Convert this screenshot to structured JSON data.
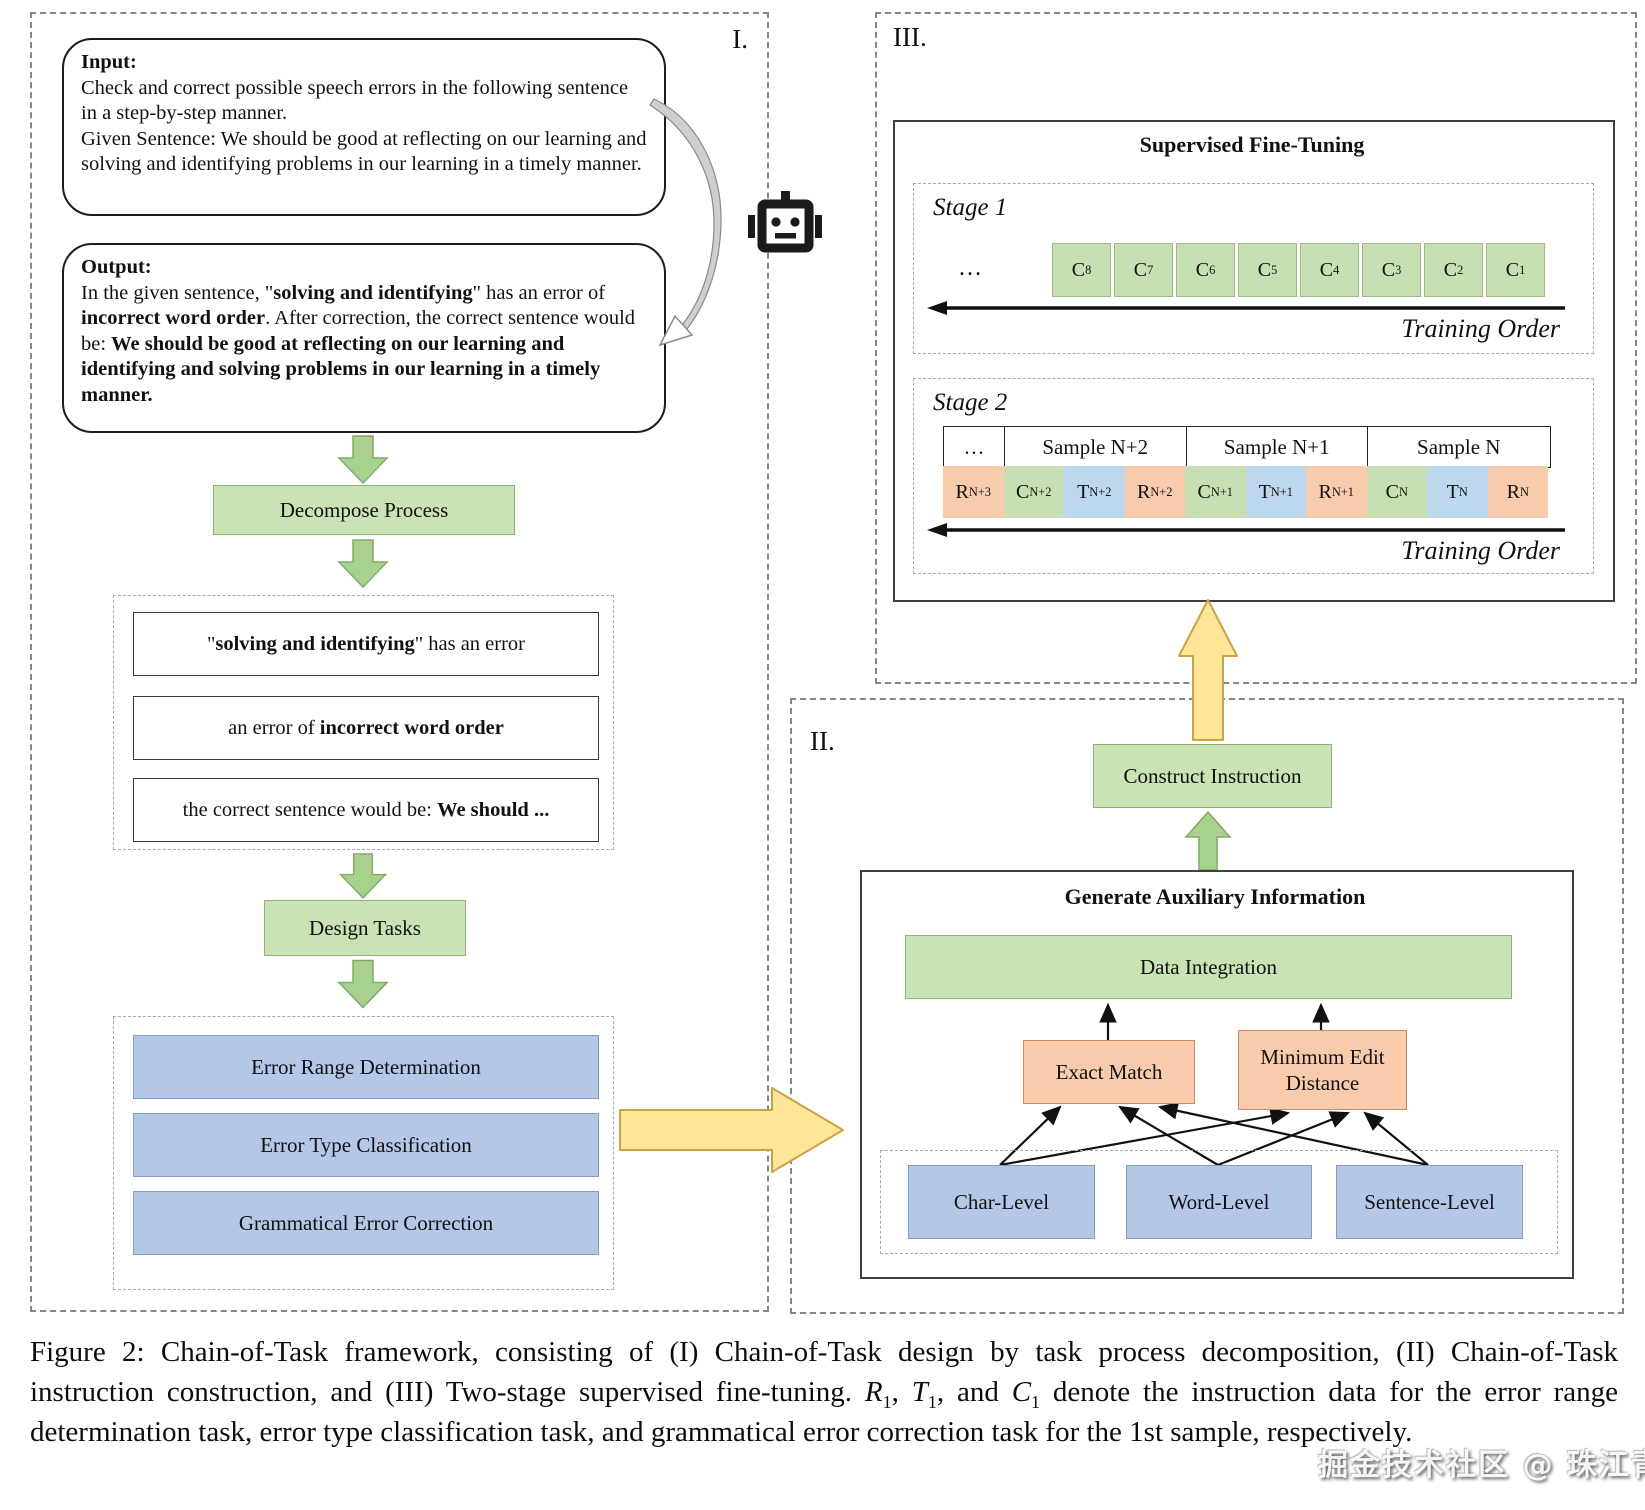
{
  "colors": {
    "green_box": "#c9e3b4",
    "green_cell": "#c6e0b4",
    "blue_box": "#b4c7e7",
    "blue_cell": "#bdd7ee",
    "orange_cell": "#f8cbad",
    "yellow_arrow": "#ffe699"
  },
  "panel1": {
    "label": "I.",
    "input_bubble": {
      "rich": [
        {
          "t": "Input:",
          "b": true
        },
        {
          "br": true
        },
        {
          "t": "Check and correct possible speech errors in the following sentence in a step-by-step manner."
        },
        {
          "br": true
        },
        {
          "t": "Given Sentence: We should be good at reflecting on our learning and solving and identifying problems in our learning in a timely manner."
        }
      ]
    },
    "output_bubble": {
      "rich": [
        {
          "t": "Output:",
          "b": true
        },
        {
          "br": true
        },
        {
          "t": "In the given sentence, \""
        },
        {
          "t": "solving and identifying",
          "b": true
        },
        {
          "t": "\" has an error of "
        },
        {
          "t": "incorrect word order",
          "b": true
        },
        {
          "t": ". After correction, the correct sentence would be: "
        },
        {
          "t": "We should be good at reflecting on our learning and identifying and solving problems in our learning in a timely manner.",
          "b": true
        }
      ]
    },
    "decompose_label": "Decompose Process",
    "statements": [
      [
        {
          "t": "\""
        },
        {
          "t": "solving and identifying",
          "b": true
        },
        {
          "t": "\" has an error"
        }
      ],
      [
        {
          "t": "an error of "
        },
        {
          "t": "incorrect word order",
          "b": true
        }
      ],
      [
        {
          "t": "the correct sentence would be: "
        },
        {
          "t": "We should ...",
          "b": true
        }
      ]
    ],
    "design_label": "Design Tasks",
    "tasks": [
      "Error Range Determination",
      "Error Type Classification",
      "Grammatical Error Correction"
    ]
  },
  "panel3": {
    "label": "III.",
    "title": "Supervised Fine-Tuning",
    "stage1": {
      "label": "Stage 1",
      "ellipsis": "…",
      "cell_base": "C",
      "cells": [
        "8",
        "7",
        "6",
        "5",
        "4",
        "3",
        "2",
        "1"
      ],
      "training_order": "Training Order"
    },
    "stage2": {
      "label": "Stage 2",
      "headers": [
        "…",
        "Sample N+2",
        "Sample N+1",
        "Sample N"
      ],
      "cells": [
        {
          "b": "R",
          "s": "N+3",
          "c": "orange"
        },
        {
          "b": "C",
          "s": "N+2",
          "c": "green"
        },
        {
          "b": "T",
          "s": "N+2",
          "c": "blue"
        },
        {
          "b": "R",
          "s": "N+2",
          "c": "orange"
        },
        {
          "b": "C",
          "s": "N+1",
          "c": "green"
        },
        {
          "b": "T",
          "s": "N+1",
          "c": "blue"
        },
        {
          "b": "R",
          "s": "N+1",
          "c": "orange"
        },
        {
          "b": "C",
          "s": "N",
          "c": "green"
        },
        {
          "b": "T",
          "s": "N",
          "c": "blue"
        },
        {
          "b": "R",
          "s": "N",
          "c": "orange"
        }
      ],
      "training_order": "Training Order"
    }
  },
  "panel2": {
    "label": "II.",
    "construct_label": "Construct Instruction",
    "title": "Generate Auxiliary Information",
    "data_integration_label": "Data Integration",
    "exact_match_label": "Exact Match",
    "min_edit_label": "Minimum Edit Distance",
    "levels": [
      "Char-Level",
      "Word-Level",
      "Sentence-Level"
    ]
  },
  "caption": {
    "rich": [
      {
        "t": "Figure 2: Chain-of-Task framework, consisting of (I) Chain-of-Task design by task process decomposition, (II) Chain-of-Task instruction construction, and (III) Two-stage supervised fine-tuning. "
      },
      {
        "t": "R",
        "i": true
      },
      {
        "t": "1",
        "sub": true
      },
      {
        "t": ", "
      },
      {
        "t": "T",
        "i": true
      },
      {
        "t": "1",
        "sub": true
      },
      {
        "t": ", and "
      },
      {
        "t": "C",
        "i": true
      },
      {
        "t": "1",
        "sub": true
      },
      {
        "t": " denote the instruction data for the error range determination task, error type classification task, and grammatical error correction task for the 1st sample, respectively."
      }
    ]
  },
  "watermark": "掘金技术社区 @ 珠江青年"
}
